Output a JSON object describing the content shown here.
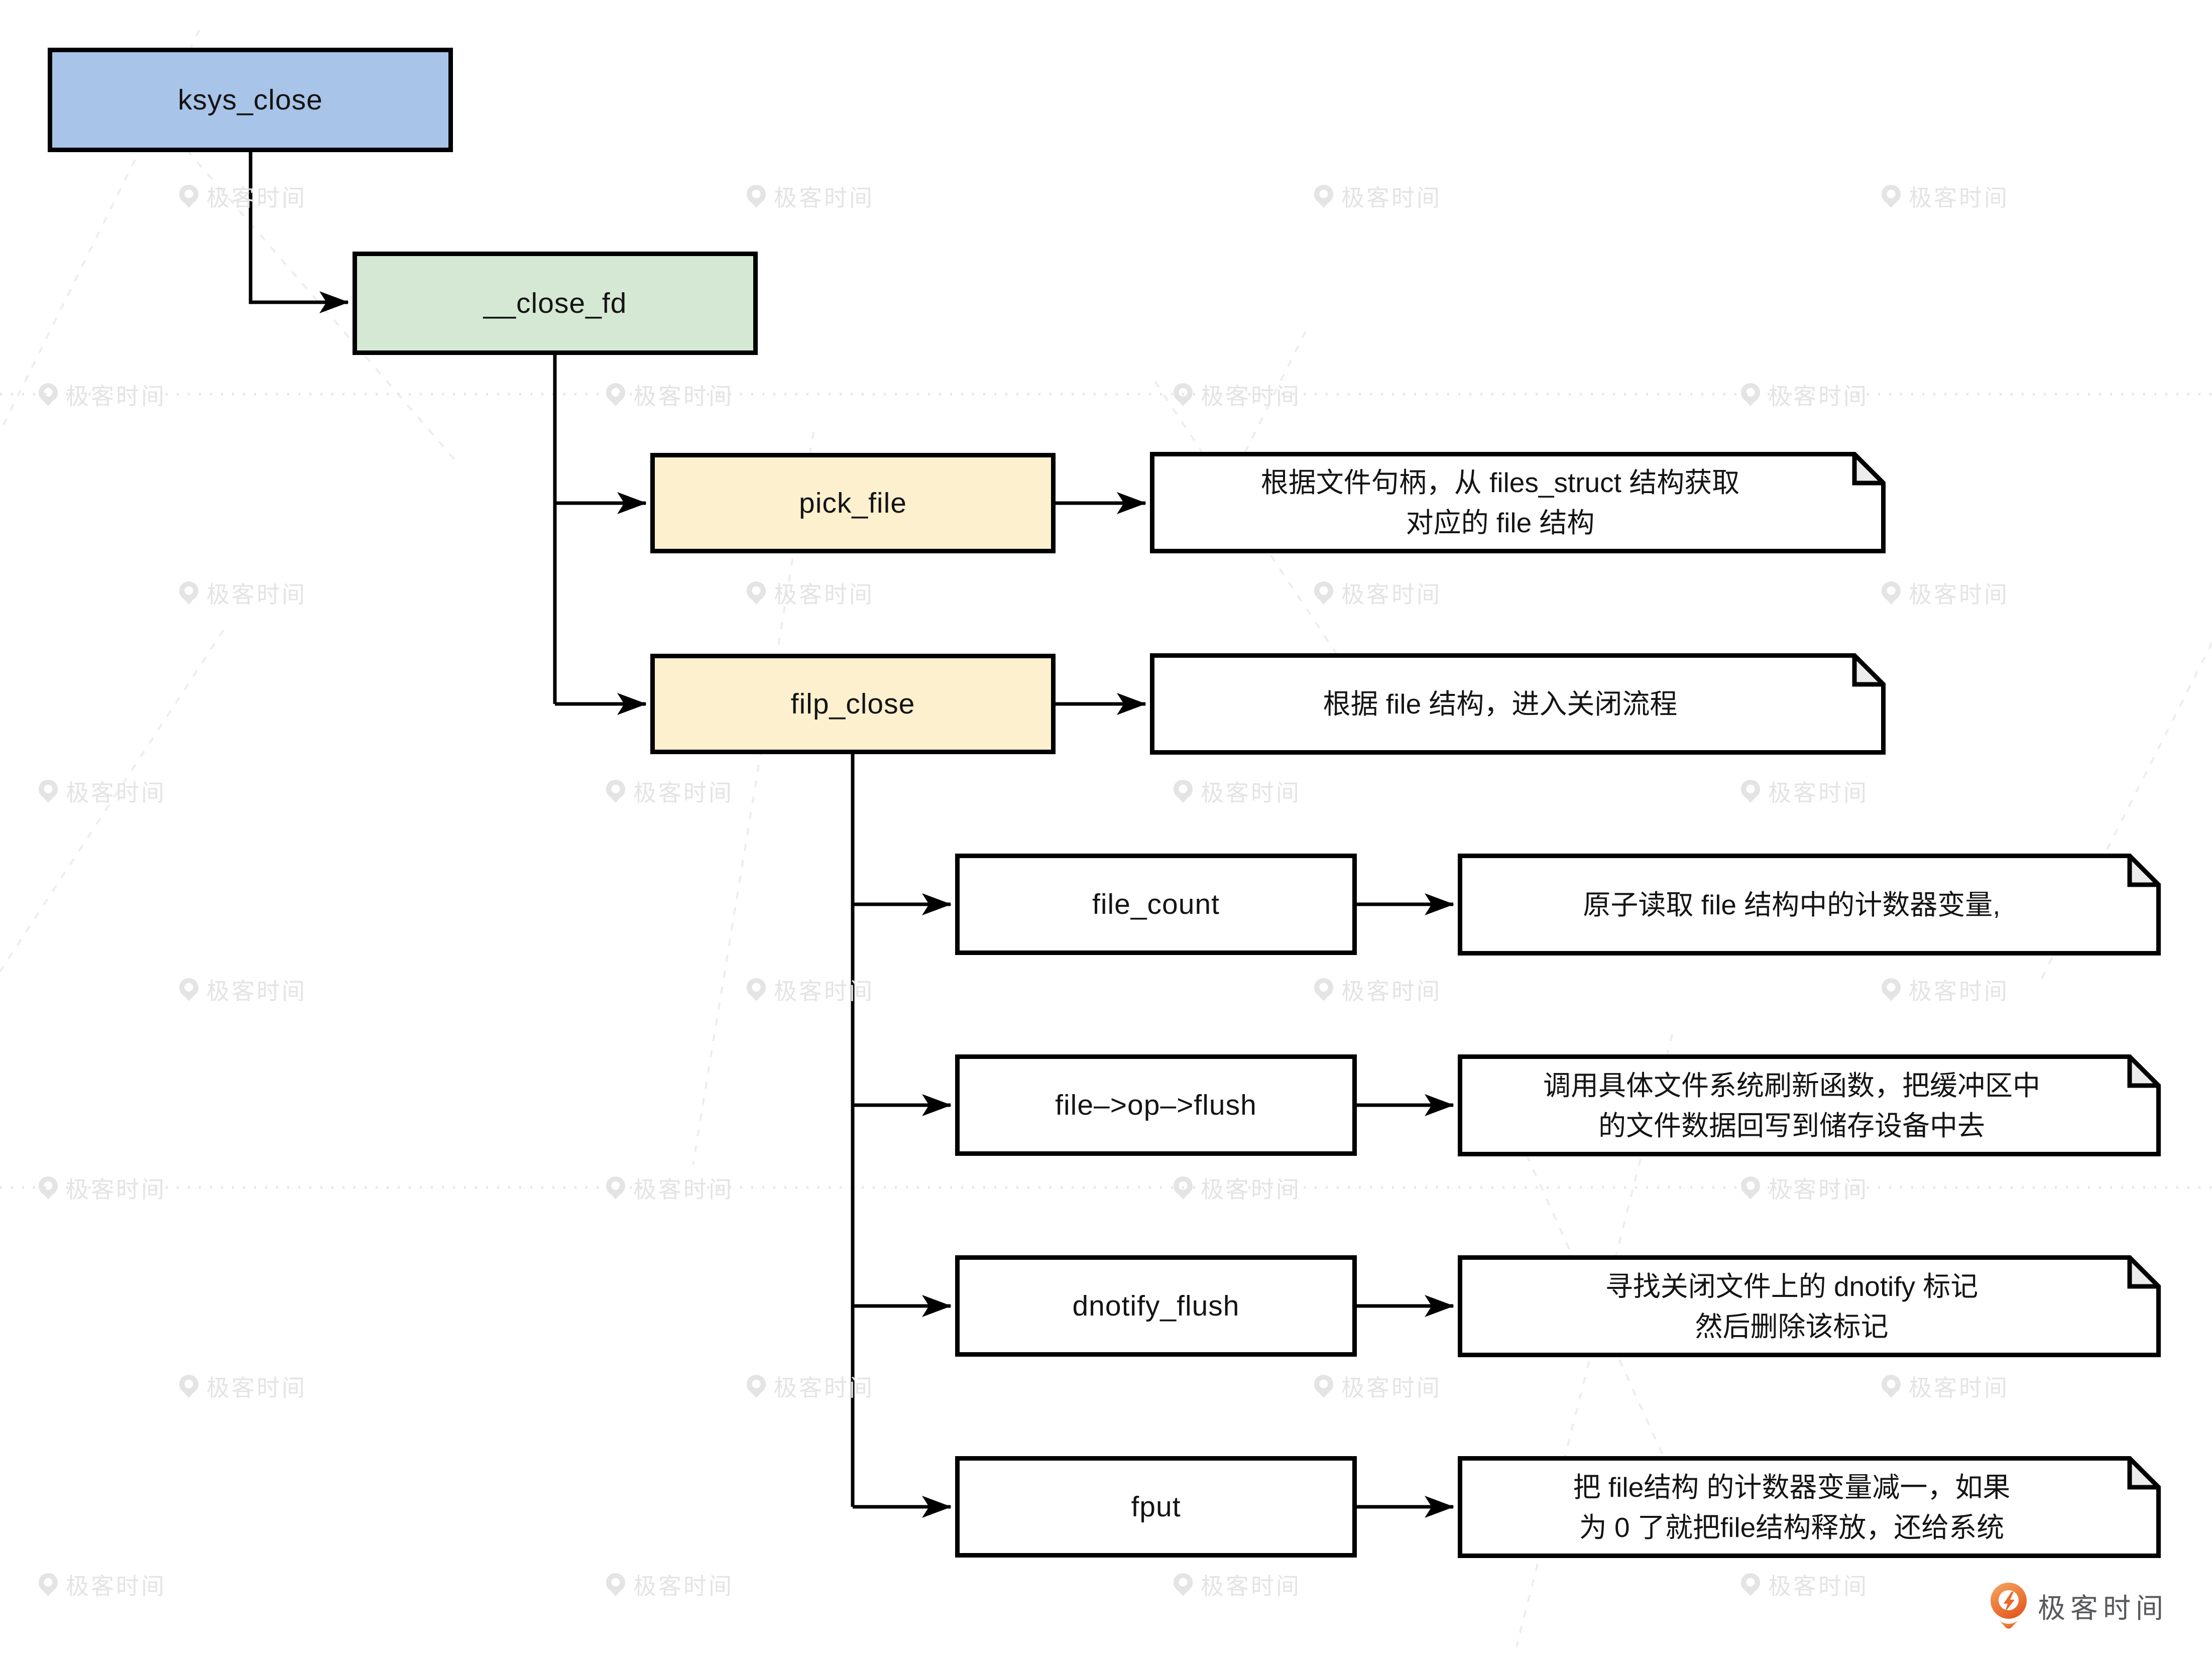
{
  "diagram": {
    "nodes": [
      {
        "id": "ksys_close",
        "label": "ksys_close",
        "fill": "#a8c4e8"
      },
      {
        "id": "close_fd",
        "label": "__close_fd",
        "fill": "#d5e8d4"
      },
      {
        "id": "pick_file",
        "label": "pick_file",
        "fill": "#fdf0ce"
      },
      {
        "id": "filp_close",
        "label": "filp_close",
        "fill": "#fdf0ce"
      },
      {
        "id": "file_count",
        "label": "file_count",
        "fill": "#ffffff"
      },
      {
        "id": "file_op_flush",
        "label": "file–>op–>flush",
        "fill": "#ffffff"
      },
      {
        "id": "dnotify_flush",
        "label": "dnotify_flush",
        "fill": "#ffffff"
      },
      {
        "id": "fput",
        "label": "fput",
        "fill": "#ffffff"
      }
    ],
    "notes": [
      {
        "for": "pick_file",
        "line1": "根据文件句柄，从 files_struct 结构获取",
        "line2": "对应的 file 结构"
      },
      {
        "for": "filp_close",
        "line1": "根据 file 结构，进入关闭流程",
        "line2": ""
      },
      {
        "for": "file_count",
        "line1": "原子读取 file 结构中的计数器变量,",
        "line2": ""
      },
      {
        "for": "file_op_flush",
        "line1": "调用具体文件系统刷新函数，把缓冲区中",
        "line2": "的文件数据回写到储存设备中去"
      },
      {
        "for": "dnotify_flush",
        "line1": "寻找关闭文件上的 dnotify 标记",
        "line2": "然后删除该标记"
      },
      {
        "for": "fput",
        "line1": "把 file结构 的计数器变量减一，如果",
        "line2": "为 0 了就把file结构释放，还给系统"
      }
    ],
    "colors": {
      "border": "#000000",
      "arrow": "#000000",
      "note_fold": "#ececec",
      "watermark": "#e4e4e4",
      "brand_orange": "#e9692b",
      "brand_text": "#58595b"
    }
  },
  "watermark": {
    "text": "极客时间"
  },
  "brand": {
    "name": "极客时间"
  }
}
